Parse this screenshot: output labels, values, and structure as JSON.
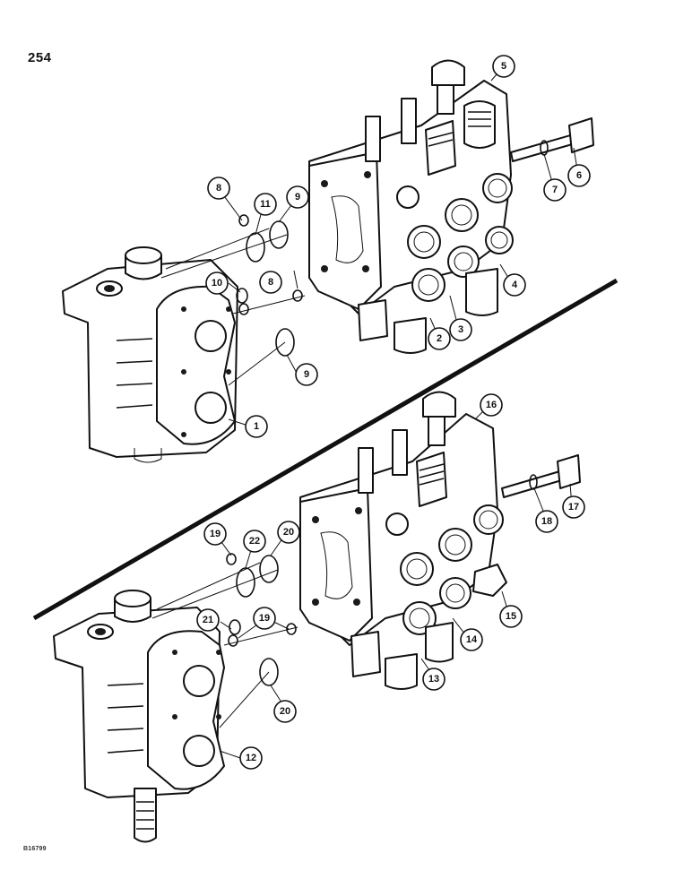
{
  "page_number": "254",
  "figure_code": "B16799",
  "callouts": [
    {
      "label": "1"
    },
    {
      "label": "2"
    },
    {
      "label": "3"
    },
    {
      "label": "4"
    },
    {
      "label": "5"
    },
    {
      "label": "6"
    },
    {
      "label": "7"
    },
    {
      "label": "8"
    },
    {
      "label": "8"
    },
    {
      "label": "9"
    },
    {
      "label": "9"
    },
    {
      "label": "10"
    },
    {
      "label": "11"
    },
    {
      "label": "12"
    },
    {
      "label": "13"
    },
    {
      "label": "14"
    },
    {
      "label": "15"
    },
    {
      "label": "16"
    },
    {
      "label": "17"
    },
    {
      "label": "18"
    },
    {
      "label": "19"
    },
    {
      "label": "19"
    },
    {
      "label": "20"
    },
    {
      "label": "20"
    },
    {
      "label": "21"
    },
    {
      "label": "22"
    }
  ]
}
